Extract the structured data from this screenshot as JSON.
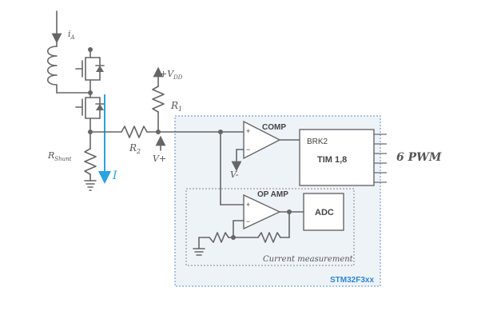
{
  "labels": {
    "ia": "i",
    "ia_sub": "A",
    "vdd": "+V",
    "vdd_sub": "DD",
    "r1": "R",
    "r1_sub": "1",
    "r2": "R",
    "r2_sub": "2",
    "vplus": "V+",
    "vminus": "V-",
    "rshunt": "R",
    "rshunt_sub": "Shunt",
    "current": "I",
    "comp": "COMP",
    "opamp": "OP AMP",
    "brk2": "BRK2",
    "tim": "TIM 1,8",
    "adc": "ADC",
    "pwm": "6 PWM",
    "current_measurement": "Current measurement",
    "chip": "STM32F3xx",
    "plus": "+",
    "minus": "−"
  },
  "colors": {
    "wire": "#666666",
    "chip_fill": "#eef3f8",
    "chip_border": "#5b8fc9",
    "current_arrow": "#29a3e0",
    "chip_label": "#2e86d4"
  }
}
